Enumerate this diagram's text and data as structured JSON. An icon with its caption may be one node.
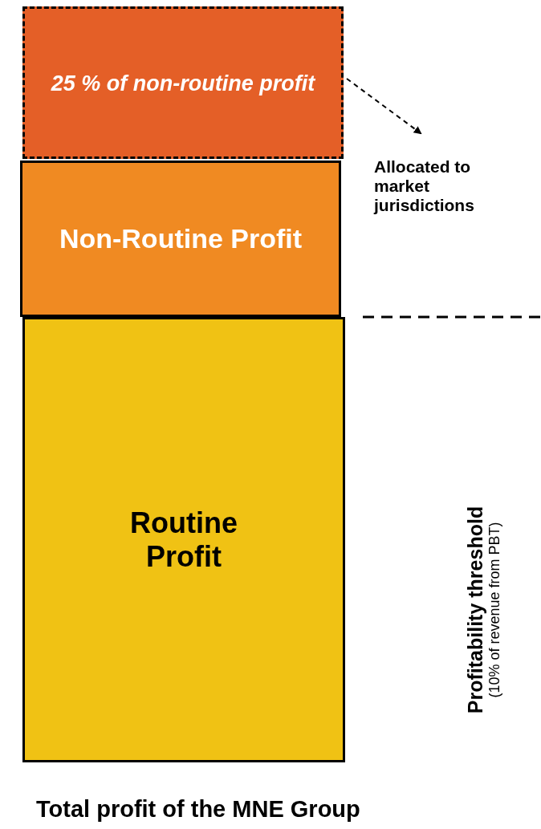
{
  "diagram": {
    "caption": "Total profit of the MNE Group",
    "nodes": [
      {
        "text": [
          "25 % of non-routine profit"
        ]
      },
      {
        "text": [
          "Non-Routine Profit"
        ]
      },
      {
        "text": [
          "Routine Profit"
        ]
      },
      {
        "text": [
          "Allocated to market jurisdictions"
        ]
      }
    ],
    "edges": [
      {
        "from": 0,
        "to": 3,
        "arrow": "to",
        "style": "dashed"
      }
    ],
    "labels": [
      "Profitability threshold",
      "(10% of revenue from PBT)"
    ]
  }
}
